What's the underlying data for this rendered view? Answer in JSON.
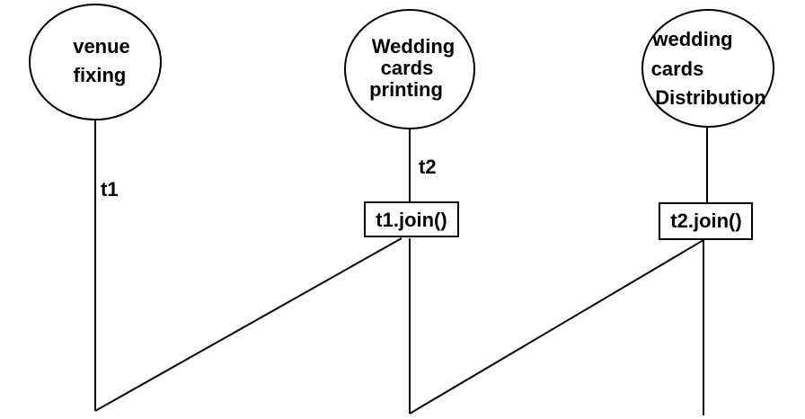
{
  "nodes": [
    {
      "id": "venue",
      "lines": [
        "venue",
        "fixing"
      ]
    },
    {
      "id": "printing",
      "lines": [
        "Wedding",
        "cards",
        "printing"
      ]
    },
    {
      "id": "distribution",
      "lines": [
        "wedding",
        "cards",
        "Distribution"
      ]
    }
  ],
  "threads": {
    "t1": "t1",
    "t2": "t2"
  },
  "joins": {
    "t1_join": "t1.join()",
    "t2_join": "t2.join()"
  },
  "colors": {
    "stroke": "#000000",
    "background": "#ffffff"
  }
}
